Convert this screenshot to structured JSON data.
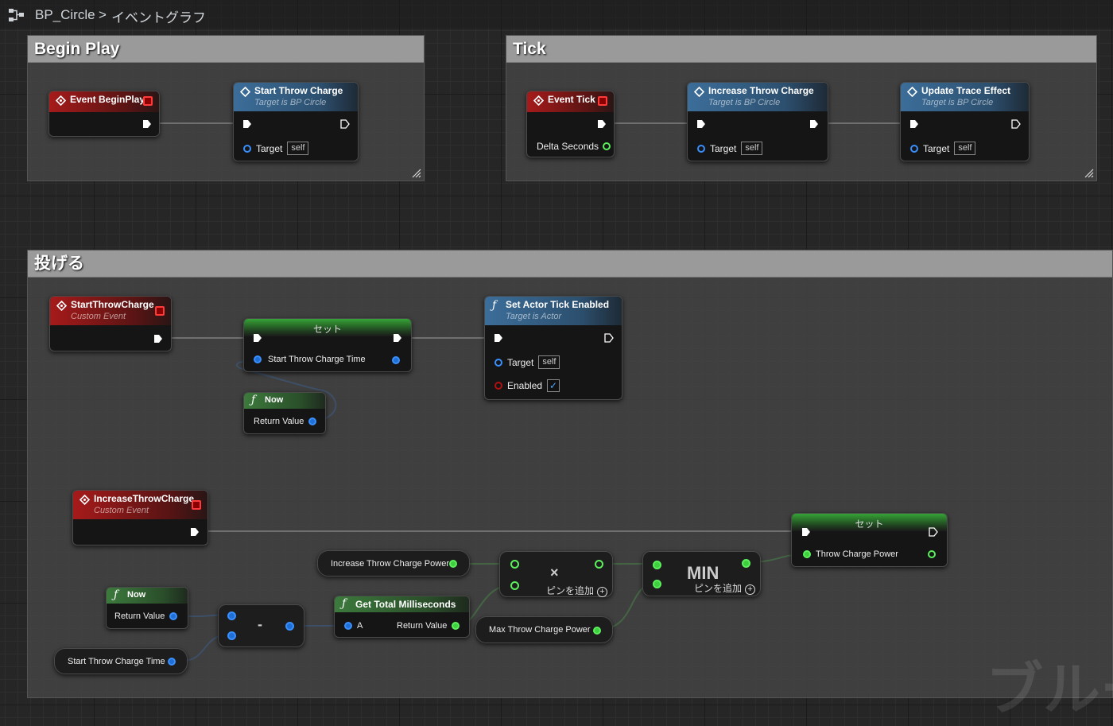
{
  "breadcrumb": {
    "title": "BP_Circle",
    "separator": ">",
    "page": "イベントグラフ"
  },
  "comments": {
    "begin_play": "Begin Play",
    "tick": "Tick",
    "throw": "投げる"
  },
  "nodes": {
    "event_begin_play": {
      "title": "Event BeginPlay"
    },
    "start_throw_charge_call": {
      "title": "Start Throw Charge",
      "subtitle": "Target is BP Circle",
      "target_label": "Target",
      "target_value": "self"
    },
    "event_tick": {
      "title": "Event Tick",
      "delta_label": "Delta Seconds"
    },
    "increase_throw_charge_call": {
      "title": "Increase Throw Charge",
      "subtitle": "Target is BP Circle",
      "target_label": "Target",
      "target_value": "self"
    },
    "update_trace_effect_call": {
      "title": "Update Trace Effect",
      "subtitle": "Target is BP Circle",
      "target_label": "Target",
      "target_value": "self"
    },
    "start_throw_charge_event": {
      "title": "StartThrowCharge",
      "subtitle": "Custom Event"
    },
    "set_start_time": {
      "title": "セット",
      "pin_label": "Start Throw Charge Time"
    },
    "set_actor_tick": {
      "title": "Set Actor Tick Enabled",
      "subtitle": "Target is Actor",
      "target_label": "Target",
      "target_value": "self",
      "enabled_label": "Enabled",
      "enabled_checked": true
    },
    "now_1": {
      "title": "Now",
      "return_label": "Return Value"
    },
    "increase_throw_charge_event": {
      "title": "IncreaseThrowCharge",
      "subtitle": "Custom Event"
    },
    "set_power": {
      "title": "セット",
      "pin_label": "Throw Charge Power"
    },
    "get_increase_power": {
      "label": "Increase Throw Charge Power"
    },
    "multiply": {
      "symbol": "×",
      "add_pin": "ピンを追加"
    },
    "min": {
      "symbol": "MIN",
      "add_pin": "ピンを追加"
    },
    "now_2": {
      "title": "Now",
      "return_label": "Return Value"
    },
    "subtract": {
      "symbol": "-"
    },
    "get_total_ms": {
      "title": "Get Total Milliseconds",
      "a_label": "A",
      "return_label": "Return Value"
    },
    "get_max_power": {
      "label": "Max Throw Charge Power"
    },
    "get_start_time": {
      "label": "Start Throw Charge Time"
    }
  },
  "watermark": "ブルー",
  "colors": {
    "exec": "#ffffff",
    "float": "#5cf05c",
    "struct": "#3a8fff",
    "bool": "#b01010",
    "event_header": "#a61a1a",
    "function_header": "#3c6e9a",
    "pure_header": "#3c7a3c"
  }
}
